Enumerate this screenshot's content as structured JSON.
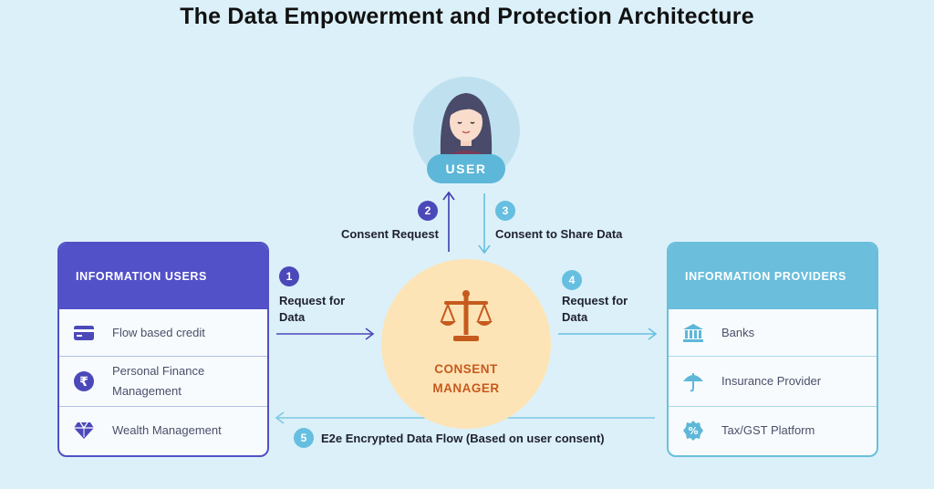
{
  "title": "The Data Empowerment and Protection Architecture",
  "user": {
    "label": "USER"
  },
  "consent_manager": {
    "line1": "CONSENT",
    "line2": "MANAGER"
  },
  "info_users": {
    "header": "INFORMATION USERS",
    "items": [
      {
        "label": "Flow based credit",
        "icon": "credit-card-icon"
      },
      {
        "label": "Personal Finance Management",
        "icon": "rupee-icon"
      },
      {
        "label": "Wealth Management",
        "icon": "diamond-icon"
      }
    ]
  },
  "info_providers": {
    "header": "INFORMATION PROVIDERS",
    "items": [
      {
        "label": "Banks",
        "icon": "bank-icon"
      },
      {
        "label": "Insurance Provider",
        "icon": "umbrella-icon"
      },
      {
        "label": "Tax/GST Platform",
        "icon": "percent-badge-icon"
      }
    ]
  },
  "steps": [
    {
      "number": "1",
      "line1": "Request for",
      "line2": "Data"
    },
    {
      "number": "2",
      "text": "Consent Request"
    },
    {
      "number": "3",
      "text": "Consent to Share Data"
    },
    {
      "number": "4",
      "line1": "Request for",
      "line2": "Data"
    },
    {
      "number": "5",
      "text": "E2e Encrypted Data Flow (Based on user consent)"
    }
  ],
  "colors": {
    "background": "#dcf0f9",
    "users_accent": "#5251c8",
    "providers_accent": "#6bbedc",
    "consent_fill": "#fde4b6",
    "consent_text": "#c65a1e"
  }
}
